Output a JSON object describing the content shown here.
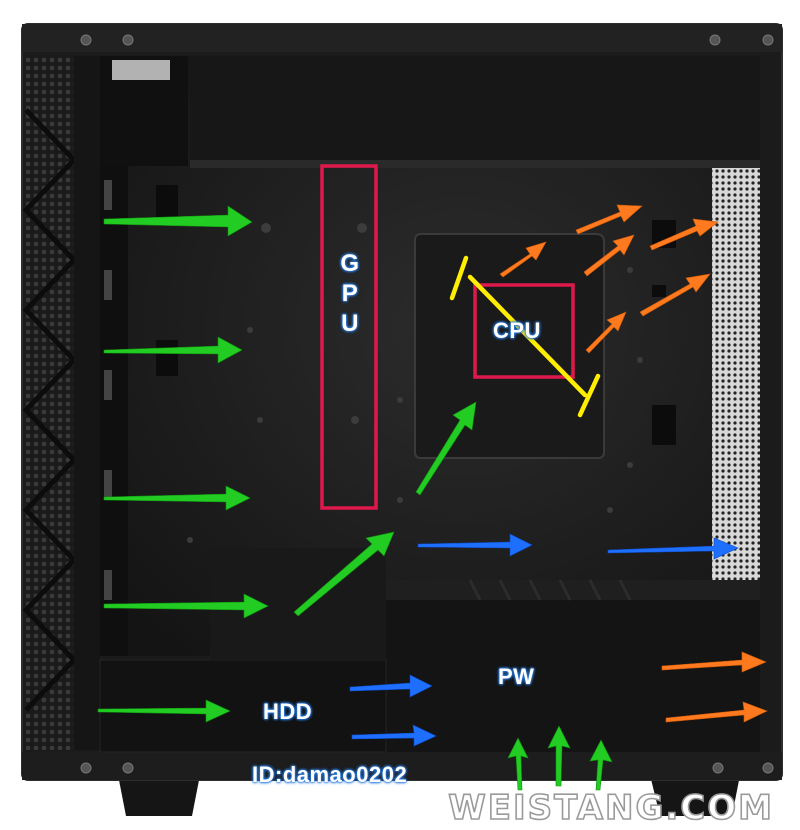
{
  "labels": {
    "gpu": [
      "G",
      "P",
      "U"
    ],
    "cpu": "CPU",
    "pw": "PW",
    "hdd": "HDD",
    "author_id": "ID:damao0202"
  },
  "watermark": "WEISTANG.COM",
  "colors": {
    "intake_air": "#22cc22",
    "exhaust_air": "#ff7a1e",
    "internal_air": "#1f6fff",
    "gpu_box": "#e0194c",
    "cpu_box": "#e0194c",
    "cooler_bracket": "#ffee00",
    "case_body": "#111111",
    "case_frame": "#1e1e1e",
    "label_glow": "#2a7de1"
  },
  "icons": [
    "green-arrow-icon",
    "orange-arrow-icon",
    "blue-arrow-icon",
    "mesh-panel-icon",
    "screw-icon"
  ]
}
